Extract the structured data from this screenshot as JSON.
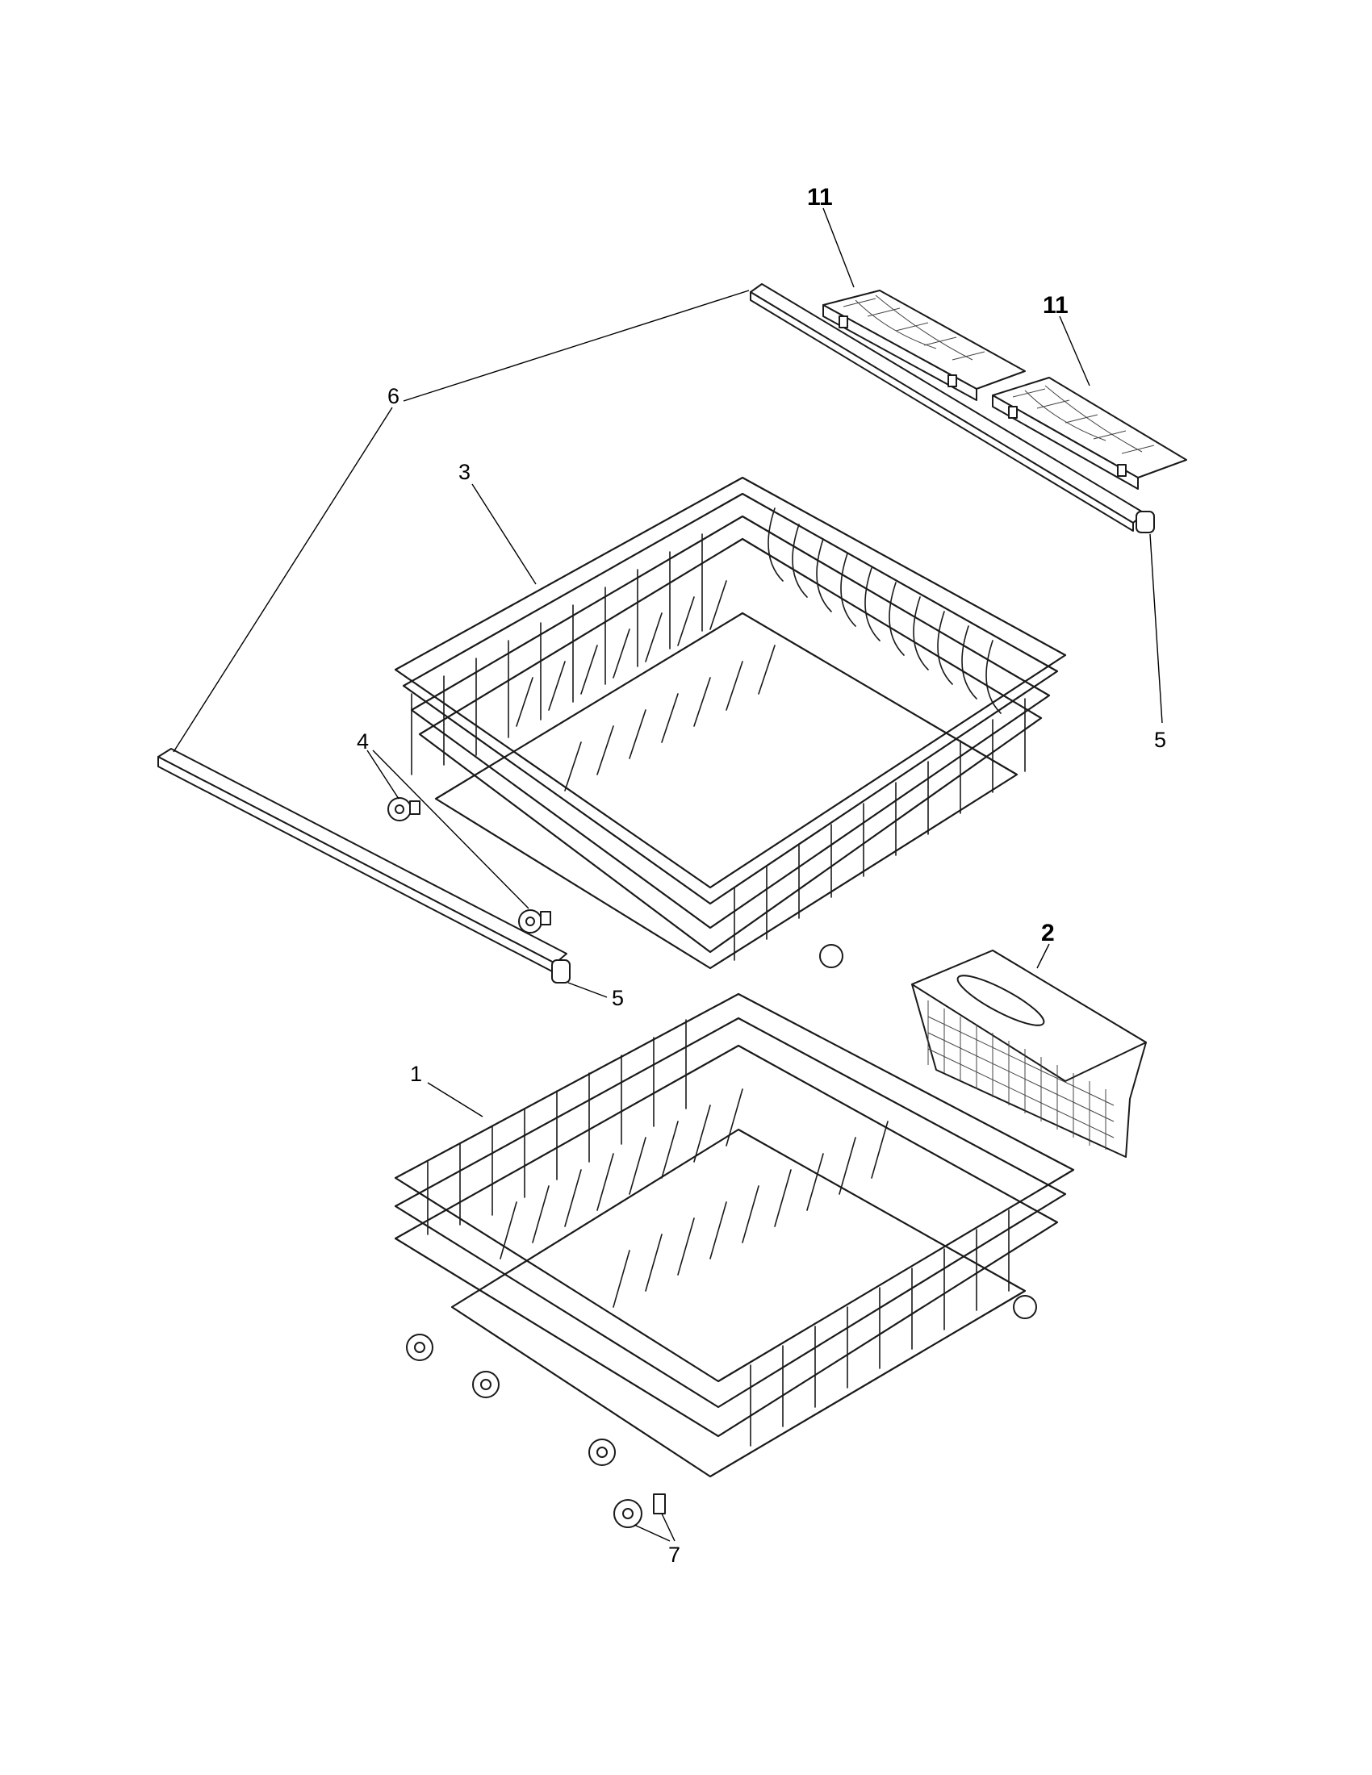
{
  "callouts": [
    {
      "id": "cl-11a",
      "label": "11",
      "bold": true
    },
    {
      "id": "cl-11b",
      "label": "11",
      "bold": true
    },
    {
      "id": "cl-6",
      "label": "6",
      "bold": false
    },
    {
      "id": "cl-3",
      "label": "3",
      "bold": false
    },
    {
      "id": "cl-5a",
      "label": "5",
      "bold": false
    },
    {
      "id": "cl-4",
      "label": "4",
      "bold": false
    },
    {
      "id": "cl-5b",
      "label": "5",
      "bold": false
    },
    {
      "id": "cl-2",
      "label": "2",
      "bold": true
    },
    {
      "id": "cl-1",
      "label": "1",
      "bold": false
    },
    {
      "id": "cl-7",
      "label": "7",
      "bold": false
    }
  ],
  "colors": {
    "line": "#1a1a1a",
    "background": "#ffffff"
  }
}
